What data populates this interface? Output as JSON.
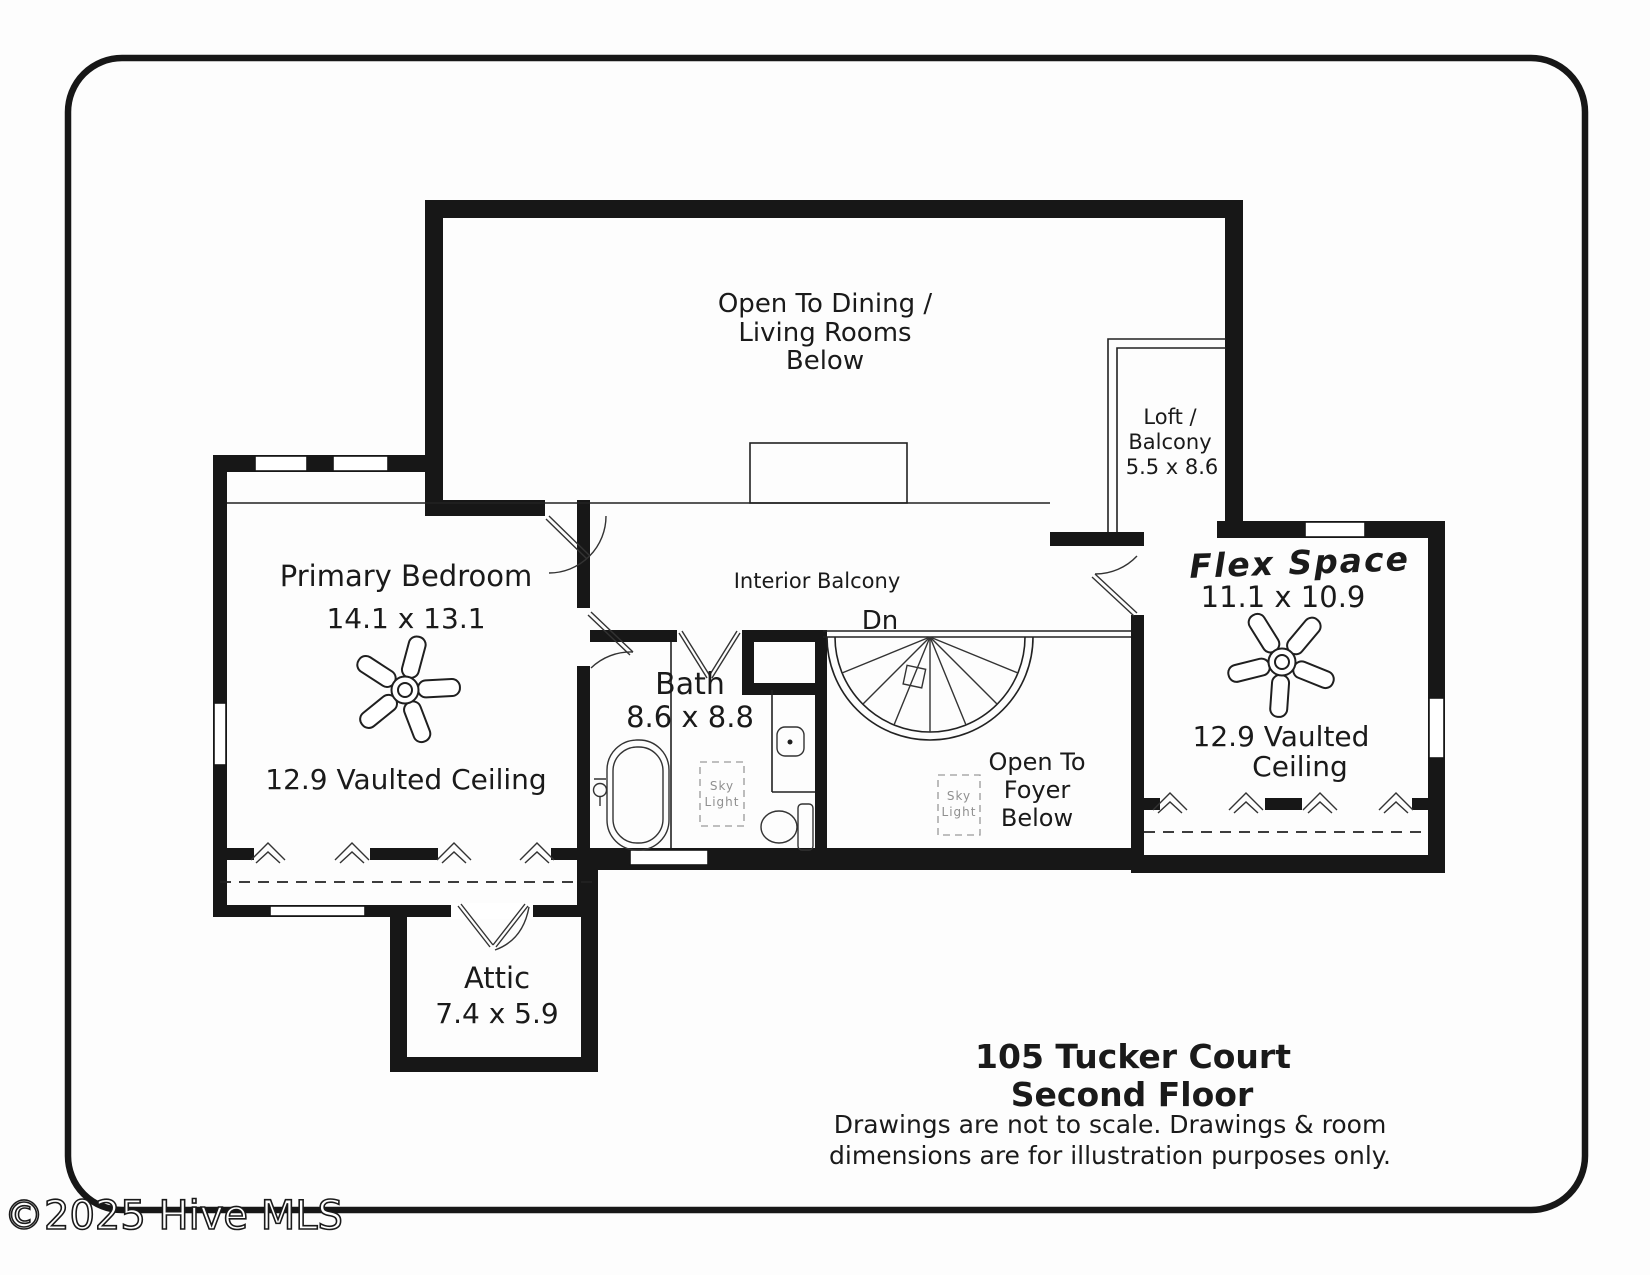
{
  "plan": {
    "watermark": "©2025 Hive MLS",
    "colors": {
      "ink": "#1a1a1a",
      "handwriting": "#3e3e72",
      "skylight": "#8f8f8f"
    },
    "rooms": {
      "open_dining": {
        "line1": "Open To Dining /",
        "line2": "Living Rooms",
        "line3": "Below"
      },
      "loft": {
        "line1": "Loft /",
        "line2": "Balcony",
        "dims": "5.5 x 8.6"
      },
      "primary_bedroom": {
        "name": "Primary Bedroom",
        "dims": "14.1 x 13.1",
        "ceiling": "12.9 Vaulted Ceiling"
      },
      "interior_balcony": {
        "name": "Interior Balcony"
      },
      "stair": {
        "down_label": "Dn"
      },
      "bath": {
        "name": "Bath",
        "dims": "8.6 x 8.8"
      },
      "skylight": {
        "line1": "Sky",
        "line2": "Light"
      },
      "foyer": {
        "line1": "Open To",
        "line2": "Foyer",
        "line3": "Below"
      },
      "flex": {
        "name": "Flex Space",
        "dims": "11.1 x 10.9",
        "ceiling_line1": "12.9 Vaulted",
        "ceiling_line2": "Ceiling"
      },
      "attic": {
        "name": "Attic",
        "dims": "7.4 x 5.9"
      }
    },
    "title_block": {
      "address": "105 Tucker Court",
      "floor": "Second Floor",
      "disclaimer_line1": "Drawings are not to scale. Drawings & room",
      "disclaimer_line2": "dimensions are for illustration purposes only."
    }
  }
}
